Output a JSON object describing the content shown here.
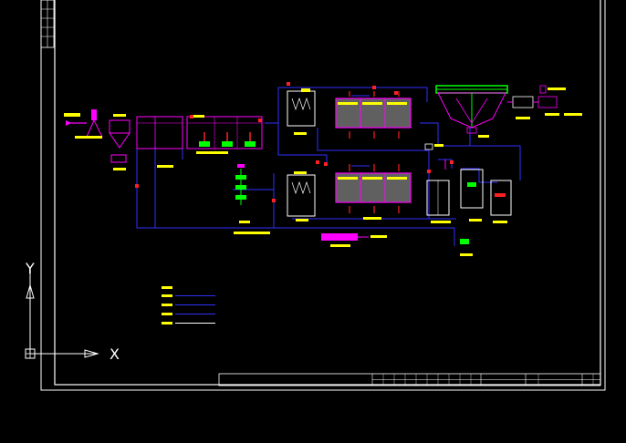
{
  "ucs": {
    "x_label": "X",
    "y_label": "Y"
  },
  "colors": {
    "background": "#000000",
    "frame": "#ffffff",
    "process": "#ff00ff",
    "pipe": "#3030ff",
    "label": "#ffff00",
    "equipment_green": "#00ff00",
    "valve_red": "#ff2020",
    "tank_fill": "#606060",
    "accent_cyan": "#00ffff"
  },
  "diagram": {
    "nodes": [
      {
        "id": "inlet",
        "kind": "inlet"
      },
      {
        "id": "bar-screen",
        "kind": "screen"
      },
      {
        "id": "grit-chamber",
        "kind": "hopper"
      },
      {
        "id": "sump",
        "kind": "sump"
      },
      {
        "id": "equalization-tank",
        "kind": "tank"
      },
      {
        "id": "hydrolysis-tank",
        "kind": "tank-pumps"
      },
      {
        "id": "contact-tank-1",
        "kind": "small-tank"
      },
      {
        "id": "aeration-tank-1",
        "kind": "multi-cell"
      },
      {
        "id": "contact-tank-2",
        "kind": "small-tank"
      },
      {
        "id": "aeration-tank-2",
        "kind": "multi-cell"
      },
      {
        "id": "secondary-clarifier",
        "kind": "clarifier"
      },
      {
        "id": "sludge-thickener",
        "kind": "small-tank"
      },
      {
        "id": "filter-tank",
        "kind": "small-tank"
      },
      {
        "id": "clear-water-tank",
        "kind": "small-tank"
      },
      {
        "id": "chemical-dosing",
        "kind": "pumps"
      },
      {
        "id": "sludge-pump",
        "kind": "pumps"
      },
      {
        "id": "outfall",
        "kind": "outlet"
      },
      {
        "id": "sludge-dewatering",
        "kind": "bar"
      }
    ],
    "edges": [
      {
        "from": "inlet",
        "to": "bar-screen"
      },
      {
        "from": "bar-screen",
        "to": "grit-chamber"
      },
      {
        "from": "grit-chamber",
        "to": "equalization-tank"
      },
      {
        "from": "equalization-tank",
        "to": "hydrolysis-tank"
      },
      {
        "from": "hydrolysis-tank",
        "to": "contact-tank-1"
      },
      {
        "from": "contact-tank-1",
        "to": "aeration-tank-1"
      },
      {
        "from": "aeration-tank-1",
        "to": "secondary-clarifier"
      },
      {
        "from": "hydrolysis-tank",
        "to": "contact-tank-2"
      },
      {
        "from": "contact-tank-2",
        "to": "aeration-tank-2"
      },
      {
        "from": "aeration-tank-2",
        "to": "filter-tank"
      },
      {
        "from": "secondary-clarifier",
        "to": "outfall"
      },
      {
        "from": "filter-tank",
        "to": "clear-water-tank"
      },
      {
        "from": "sludge-thickener",
        "to": "sludge-dewatering"
      }
    ],
    "legend": {
      "items": [
        {
          "id": "legend-1",
          "color": "#3030ff"
        },
        {
          "id": "legend-2",
          "color": "#3030ff"
        },
        {
          "id": "legend-3",
          "color": "#3030ff"
        },
        {
          "id": "legend-4",
          "color": "#3030ff"
        }
      ]
    }
  }
}
